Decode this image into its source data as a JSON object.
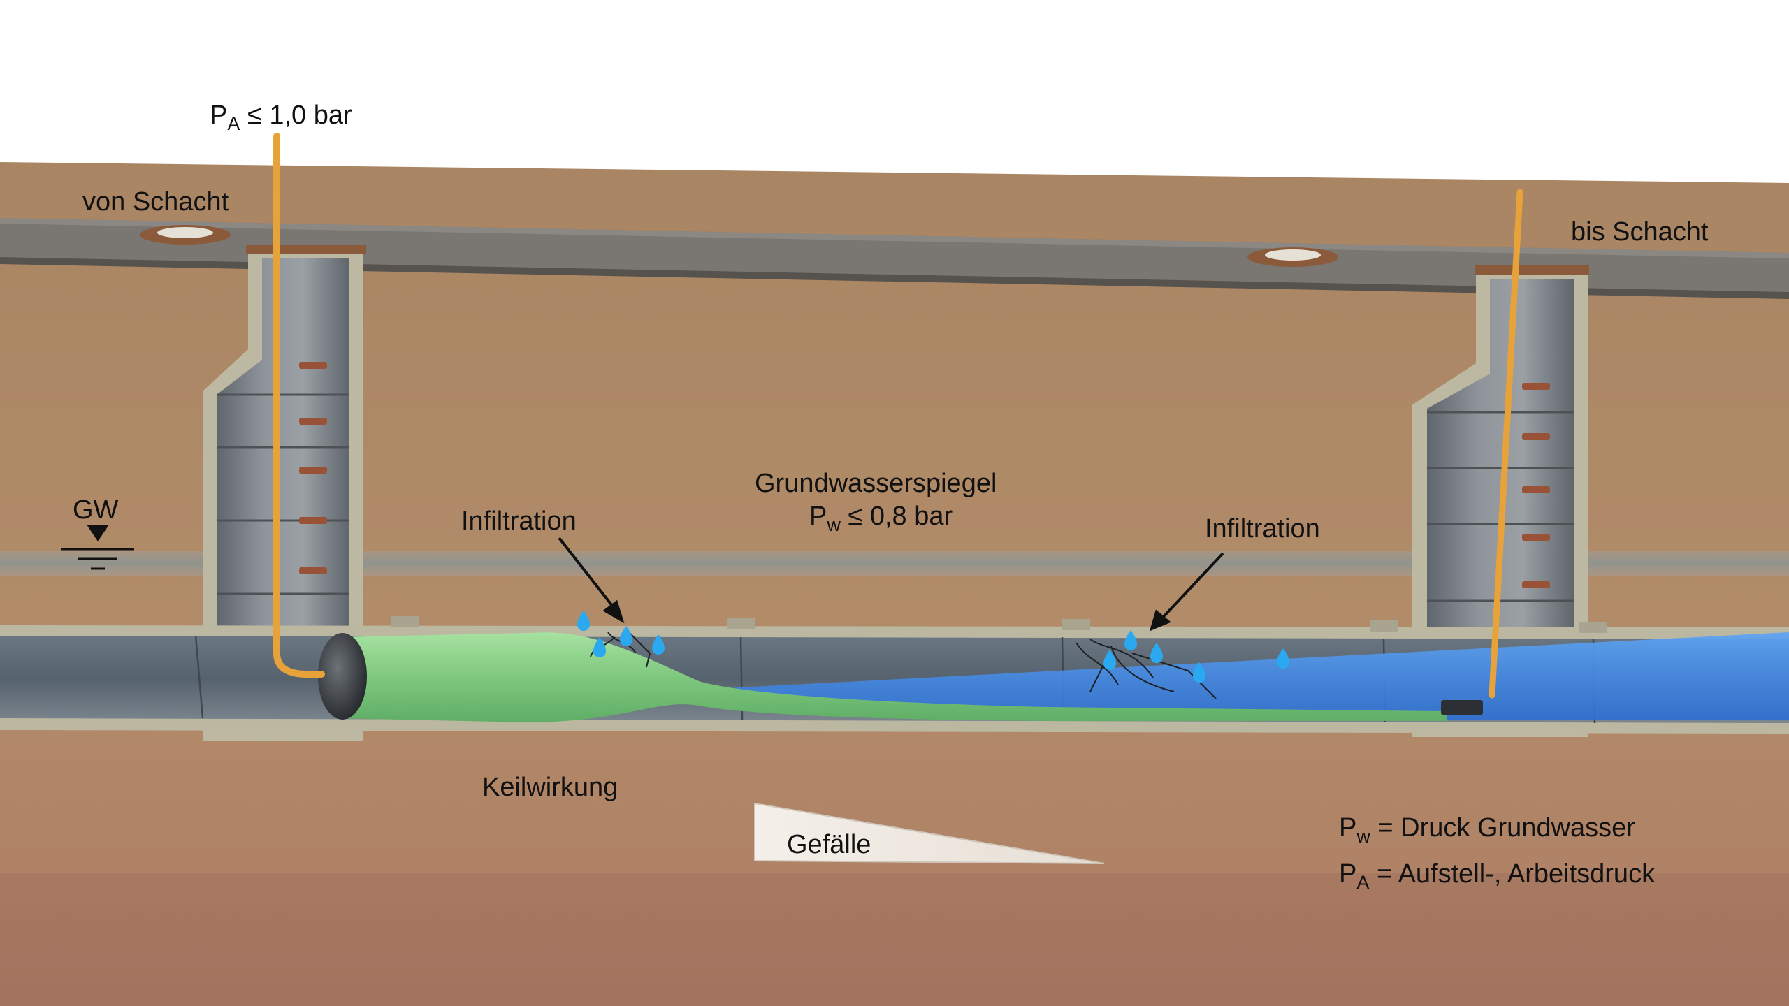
{
  "labels": {
    "top_pressure": {
      "symbol": "P",
      "sub": "A",
      "text": "≤ 1,0 bar"
    },
    "from_shaft": "von Schacht",
    "to_shaft": "bis Schacht",
    "groundwater_symbol": "GW",
    "groundwater_level": "Grundwasserspiegel",
    "water_pressure": {
      "symbol": "P",
      "sub": "w",
      "text": "≤ 0,8 bar"
    },
    "infiltration_left": "Infiltration",
    "infiltration_right": "Infiltration",
    "wedge_effect": "Keilwirkung",
    "slope": "Gefälle",
    "legend": [
      {
        "symbol": "P",
        "sub": "w",
        "text": "= Druck Grundwasser"
      },
      {
        "symbol": "P",
        "sub": "A",
        "text": "= Aufstell-, Arbeitsdruck"
      }
    ]
  },
  "colors": {
    "soil": "#b08a67",
    "road": "#6f6c68",
    "concrete": "#b9b59f",
    "pipe_interior": "#596876",
    "liner_green": "#8fd18f",
    "water_blue": "#4a90e8",
    "hose_orange": "#e8a23a",
    "drop_blue": "#2aa8f0"
  },
  "icons": {
    "manhole_cover": "manhole-cover-icon",
    "water_drop": "water-drop-icon",
    "groundwater_marker": "groundwater-triangle-icon"
  }
}
